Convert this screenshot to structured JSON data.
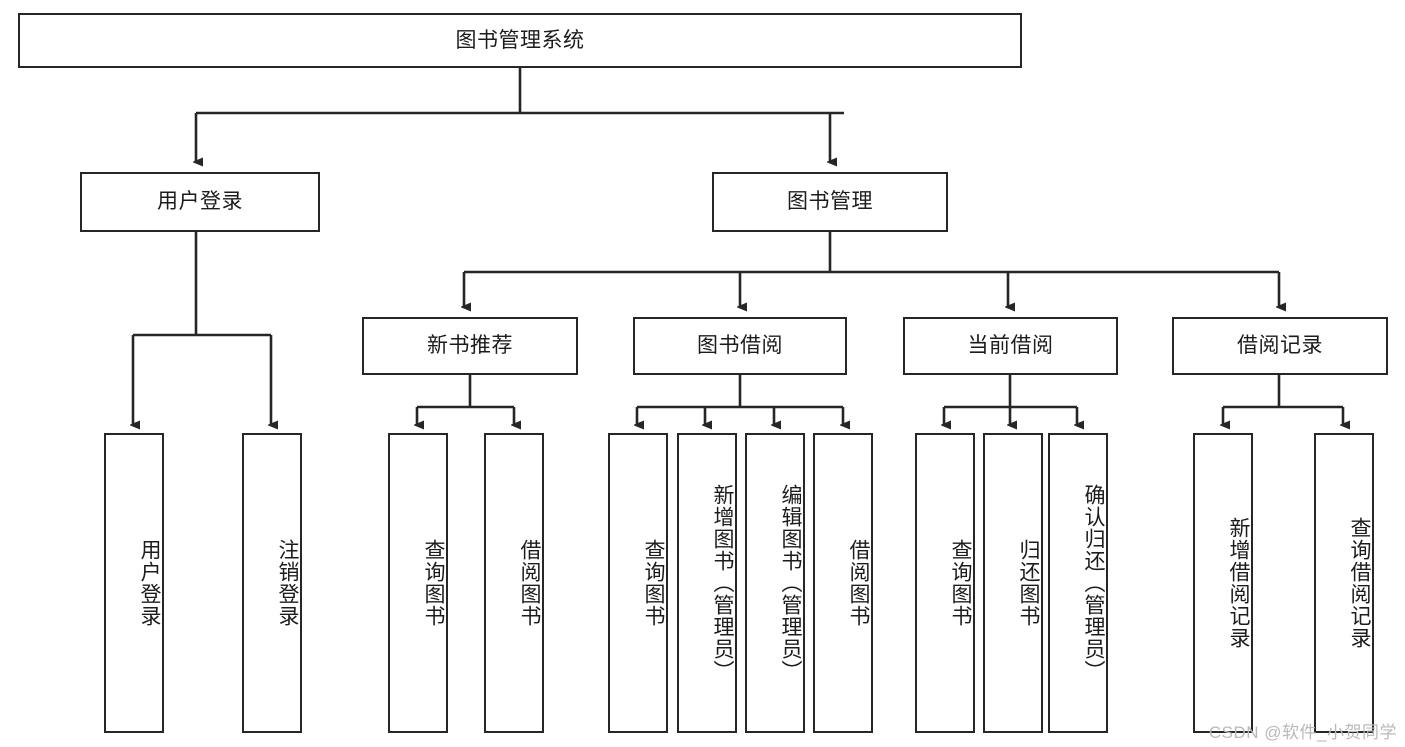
{
  "diagram": {
    "title": "图书管理系统",
    "type": "tree-hierarchy-chart",
    "colors": {
      "stroke": "#262626",
      "fill": "#ffffff",
      "text": "#1c1c1c",
      "watermark": "#b9b9b9"
    },
    "root": {
      "label": "图书管理系统"
    },
    "level2": [
      {
        "label": "用户登录"
      },
      {
        "label": "图书管理"
      }
    ],
    "level3": [
      {
        "label": "新书推荐"
      },
      {
        "label": "图书借阅"
      },
      {
        "label": "当前借阅"
      },
      {
        "label": "借阅记录"
      }
    ],
    "leaves": {
      "user_login": [
        {
          "label": "用户登录"
        },
        {
          "label": "注销登录"
        }
      ],
      "new_book_recommend": [
        {
          "label": "查询图书"
        },
        {
          "label": "借阅图书"
        }
      ],
      "book_borrow": [
        {
          "label": "查询图书"
        },
        {
          "label": "新增图书（管理员）"
        },
        {
          "label": "编辑图书（管理员）"
        },
        {
          "label": "借阅图书"
        }
      ],
      "current_borrow": [
        {
          "label": "查询图书"
        },
        {
          "label": "归还图书"
        },
        {
          "label": "确认归还（管理员）"
        }
      ],
      "borrow_record": [
        {
          "label": "新增借阅记录"
        },
        {
          "label": "查询借阅记录"
        }
      ]
    }
  },
  "watermark": {
    "text": "CSDN @软件_小贺同学"
  }
}
